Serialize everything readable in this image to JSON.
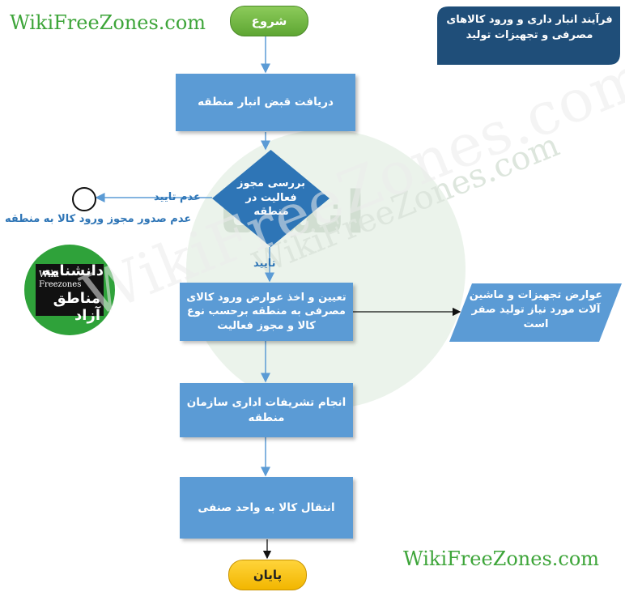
{
  "watermarks": {
    "site_top_left": "WikiFreeZones.com",
    "site_bottom_right": "WikiFreeZones.com",
    "diagonal": "WikiFreeZones.com",
    "diagonal_small": "WikiFreeZones.com",
    "background_word": "انشنا"
  },
  "logo": {
    "wiki": "Wiki",
    "freezones": "Freezones",
    "line1": "دانشنامه",
    "line2": "مناطق آزاد"
  },
  "title": "فرآیند انبار داری و ورود کالاهای مصرفی و تجهیزات تولید",
  "flow": {
    "start": "شروع",
    "step1": "دریافت قبض انبار منطقه",
    "decision": "بررسی مجوز فعالیت در منطقه",
    "no_label": "عدم تایید",
    "no_result": "عدم صدور مجوز ورود کالا به منطقه",
    "yes_label": "تایید",
    "step2": "تعیین و اخذ عوارض ورود کالای مصرفی به منطقه برحسب نوع کالا و مجوز فعالیت",
    "side_note": "عوارض تجهیزات و ماشین آلات مورد نیاز تولید صفر است",
    "step3": "انجام تشریفات اداری سازمان منطقه",
    "step4": "انتقال کالا به واحد صنفی",
    "end": "پایان"
  },
  "colors": {
    "process_box": "#5b9bd5",
    "title_banner": "#1f4e79",
    "start_pill": "#6cb33f",
    "end_pill": "#ffc000",
    "label_text": "#2e75b6",
    "watermark_green": "#3ea53a",
    "logo_green": "#2fa23a"
  }
}
